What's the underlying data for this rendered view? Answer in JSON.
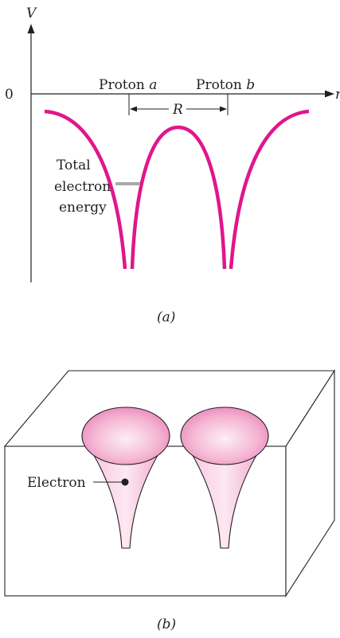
{
  "panel_a": {
    "axis_v": "V",
    "axis_r": "r",
    "zero_label": "0",
    "proton_a_text": "Proton ",
    "proton_a_var": "a",
    "proton_b_text": "Proton ",
    "proton_b_var": "b",
    "separation_label": "R",
    "energy_label_line1": "Total",
    "energy_label_line2": "electron",
    "energy_label_line3": "energy",
    "caption": "(a)"
  },
  "panel_b": {
    "electron_label": "Electron",
    "caption": "(b)"
  },
  "colors": {
    "curve": "#e0168c",
    "energy_level": "#a7a9ac",
    "ink": "#231f20",
    "funnel_light": "#fbe1ee",
    "funnel_dark": "#e889bb"
  }
}
